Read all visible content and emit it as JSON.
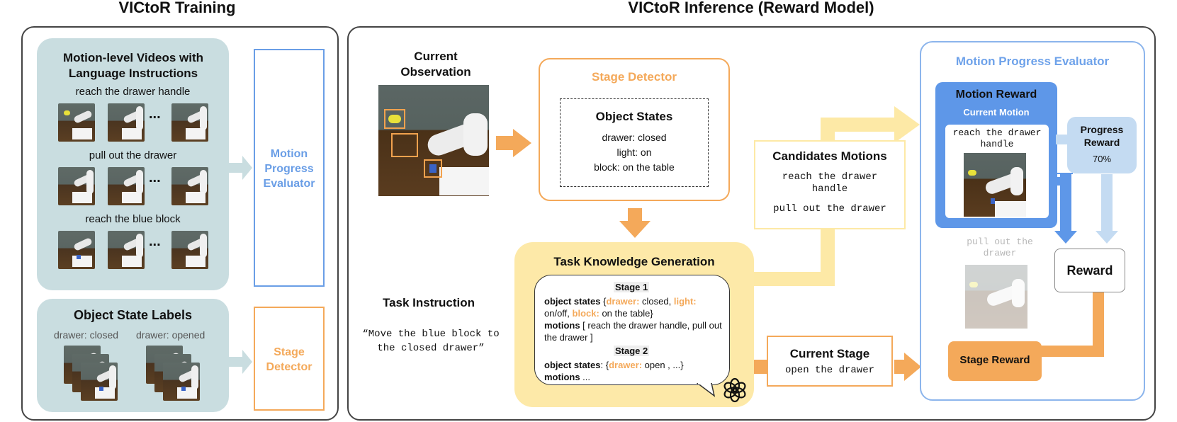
{
  "titles": {
    "training": "VICtoR Training",
    "inference": "VICtoR Inference (Reward Model)"
  },
  "training": {
    "videos_title": "Motion-level Videos with Language Instructions",
    "clips": [
      {
        "label": "reach the drawer handle"
      },
      {
        "label": "pull out the drawer"
      },
      {
        "label": "reach the blue block"
      }
    ],
    "ellipsis": "...",
    "labels_title": "Object State Labels",
    "state_labels": [
      "drawer: closed",
      "drawer: opened"
    ],
    "mpe_box": "Motion Progress Evaluator",
    "stage_box": "Stage Detector"
  },
  "inference": {
    "current_observation": "Current Observation",
    "stage_detector": {
      "title": "Stage Detector",
      "object_states_title": "Object States",
      "states": [
        "drawer: closed",
        "light: on",
        "block: on the table"
      ]
    },
    "task_instruction": {
      "title": "Task Instruction",
      "text": "“Move the blue block to the closed drawer”"
    },
    "task_knowledge": {
      "title": "Task Knowledge Generation",
      "stage1": "Stage 1",
      "s1_os_label": "object states",
      "s1_os_open": "{",
      "s1_k1": "drawer:",
      "s1_v1": " closed,",
      "s1_k2": "light:",
      "s1_v2": "on/off,",
      "s1_k3": "block:",
      "s1_v3": " on the table}",
      "s1_motions_label": "motions",
      "s1_motions": " [ reach the drawer handle, pull out the drawer ]",
      "stage2": "Stage 2",
      "s2_os_label": "object states",
      "s2_os_open": ": {",
      "s2_k1": "drawer:",
      "s2_v1": " open , ...}",
      "s2_motions_label": "motions",
      "s2_motions": " ..."
    },
    "candidates": {
      "title": "Candidates Motions",
      "items": [
        "reach the drawer handle",
        "pull out the drawer"
      ]
    },
    "current_stage": {
      "title": "Current Stage",
      "value": "open the drawer"
    },
    "mpe": {
      "title": "Motion Progress Evaluator",
      "motion_reward": "Motion Reward",
      "current_motion": "Current Motion",
      "current_motion_text": "reach the drawer handle",
      "faded_motion": "pull out the drawer",
      "progress_title": "Progress Reward",
      "progress_value": "70%",
      "reward": "Reward",
      "stage_reward": "Stage Reward"
    }
  },
  "colors": {
    "orange": "#f4a95a",
    "orange_text": "#f4a95a",
    "blue": "#5e97e8",
    "light_blue": "#c4dbf2",
    "yellow": "#fde9a6",
    "yellow_fill": "#fde9a8",
    "teal": "#c9dde0"
  }
}
